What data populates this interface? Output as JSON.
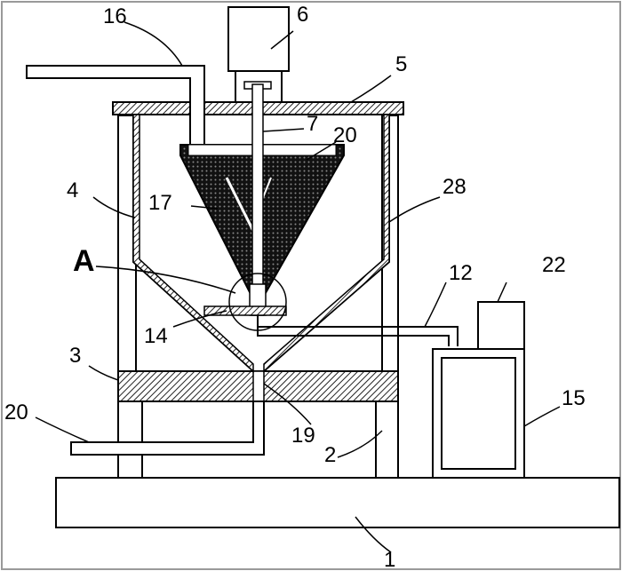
{
  "diagram": {
    "labels": {
      "base": "1",
      "support_leg": "2",
      "plate": "3",
      "outer_tank": "4",
      "lid": "5",
      "motor": "6",
      "shaft": "7",
      "pipe_12": "12",
      "part_14": "14",
      "tank_15": "15",
      "inlet_pipe": "16",
      "cone_filter": "17",
      "outlet_19": "19",
      "part_20_top": "20",
      "part_20_left": "20",
      "pump": "22",
      "frame_28": "28",
      "detail_a": "A"
    },
    "colors": {
      "line": "#000000",
      "background": "#ffffff",
      "hatch": "#333333"
    }
  }
}
